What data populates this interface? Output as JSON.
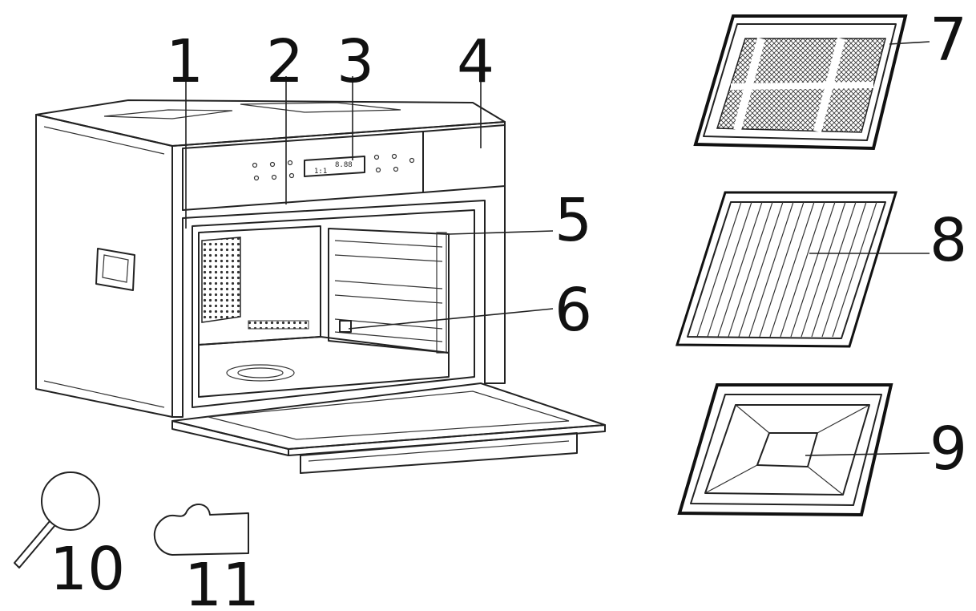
{
  "callouts": {
    "c1": "1",
    "c2": "2",
    "c3": "3",
    "c4": "4",
    "c5": "5",
    "c6": "6",
    "c7": "7",
    "c8": "8",
    "c9": "9",
    "c10": "10",
    "c11": "11"
  },
  "display": {
    "digits": "8.88",
    "small": "1:1"
  },
  "colors": {
    "ink": "#222222",
    "background": "#ffffff"
  }
}
